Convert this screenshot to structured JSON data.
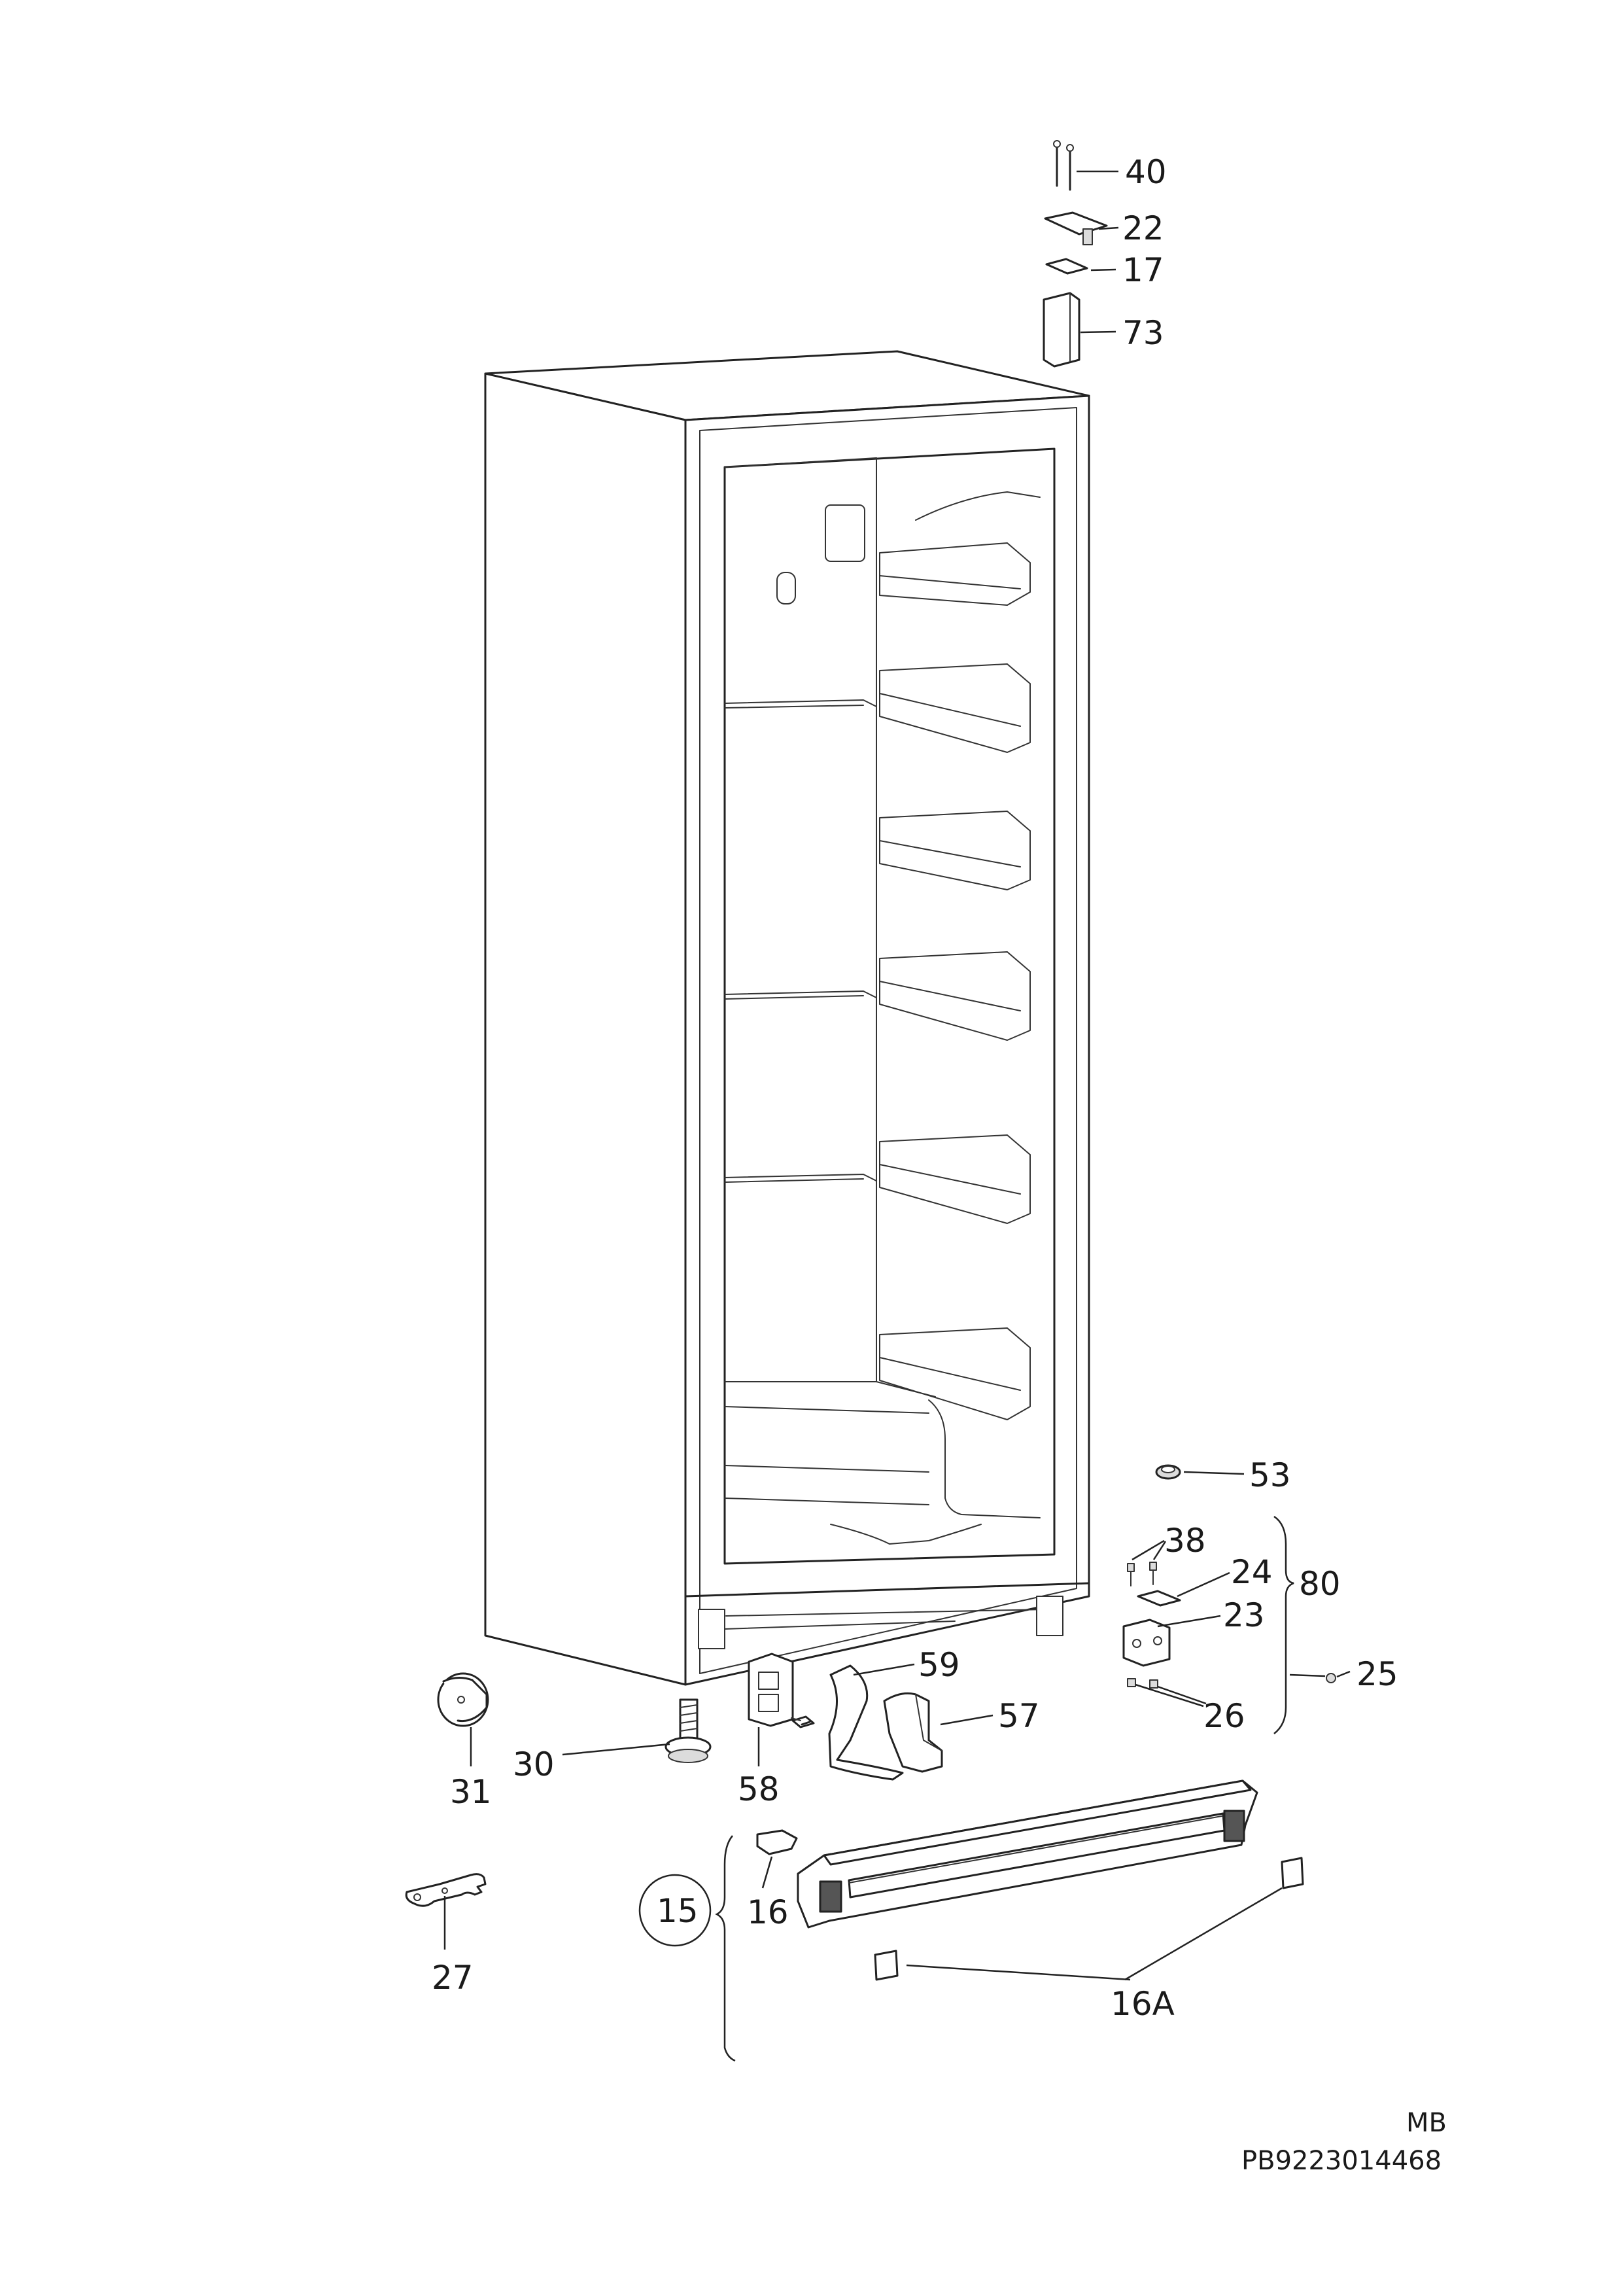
{
  "labels": {
    "p40": "40",
    "p22": "22",
    "p17": "17",
    "p73": "73",
    "p53": "53",
    "p38": "38",
    "p24": "24",
    "p80": "80",
    "p23": "23",
    "p25": "25",
    "p26": "26",
    "p59": "59",
    "p57": "57",
    "p30": "30",
    "p31": "31",
    "p58": "58",
    "p15": "15",
    "p16": "16",
    "p16a": "16A",
    "p27": "27"
  },
  "footer": {
    "model": "MB",
    "code": "PB9223014468"
  }
}
